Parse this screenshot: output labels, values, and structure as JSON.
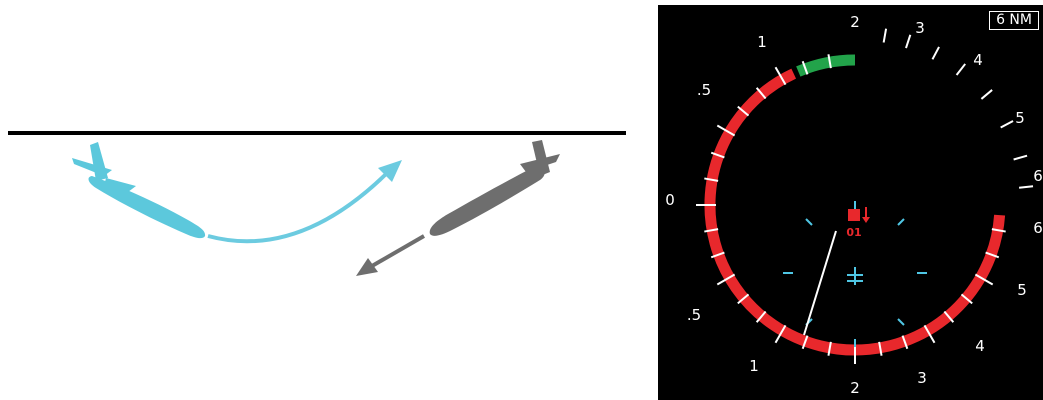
{
  "colors": {
    "horizon_line": "#000000",
    "ownship_aircraft": "#5cc8dc",
    "ownship_arrow": "#6ccbe0",
    "intruder_aircraft": "#6e6e6e",
    "intruder_arrow": "#6e6e6e",
    "display_background": "#000000",
    "scale_ticks": "#ffffff",
    "red_arc": "#e8282c",
    "green_arc": "#22a34a",
    "traffic_symbol": "#e8282c",
    "ownship_symbol": "#4fc6e4"
  },
  "display": {
    "range_label": "6 NM",
    "traffic_label": "01",
    "traffic_trend": "descending-arrow",
    "left_scale_labels": [
      "2",
      "1",
      ".5",
      "0",
      ".5",
      "1",
      "2"
    ],
    "right_scale_labels": [
      "3",
      "4",
      "5",
      "6",
      "6",
      "5",
      "4",
      "3"
    ],
    "green_arc_label": "resolution-advisory-green-band",
    "red_arc_label": "resolution-advisory-red-band"
  }
}
